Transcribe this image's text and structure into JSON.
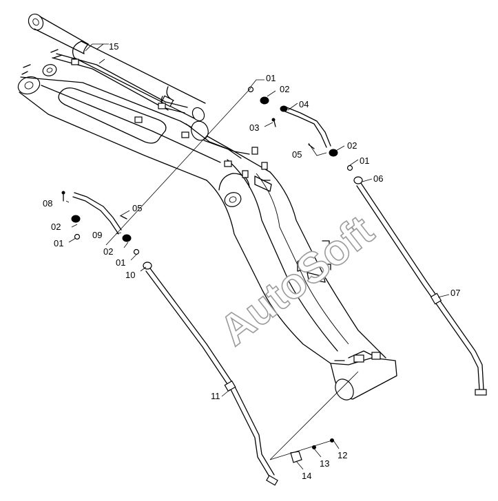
{
  "watermark": "AutoSoft",
  "callouts": [
    {
      "id": "c15",
      "label": "15"
    },
    {
      "id": "c01a",
      "label": "01"
    },
    {
      "id": "c02a",
      "label": "02"
    },
    {
      "id": "c04",
      "label": "04"
    },
    {
      "id": "c03",
      "label": "03"
    },
    {
      "id": "c05a",
      "label": "05"
    },
    {
      "id": "c02b",
      "label": "02"
    },
    {
      "id": "c01b",
      "label": "01"
    },
    {
      "id": "c06",
      "label": "06"
    },
    {
      "id": "c08",
      "label": "08"
    },
    {
      "id": "c05b",
      "label": "05"
    },
    {
      "id": "c02c",
      "label": "02"
    },
    {
      "id": "c09",
      "label": "09"
    },
    {
      "id": "c01c",
      "label": "01"
    },
    {
      "id": "c02d",
      "label": "02"
    },
    {
      "id": "c01d",
      "label": "01"
    },
    {
      "id": "c10",
      "label": "10"
    },
    {
      "id": "c07",
      "label": "07"
    },
    {
      "id": "c11",
      "label": "11"
    },
    {
      "id": "c12",
      "label": "12"
    },
    {
      "id": "c13",
      "label": "13"
    },
    {
      "id": "c14",
      "label": "14"
    }
  ]
}
